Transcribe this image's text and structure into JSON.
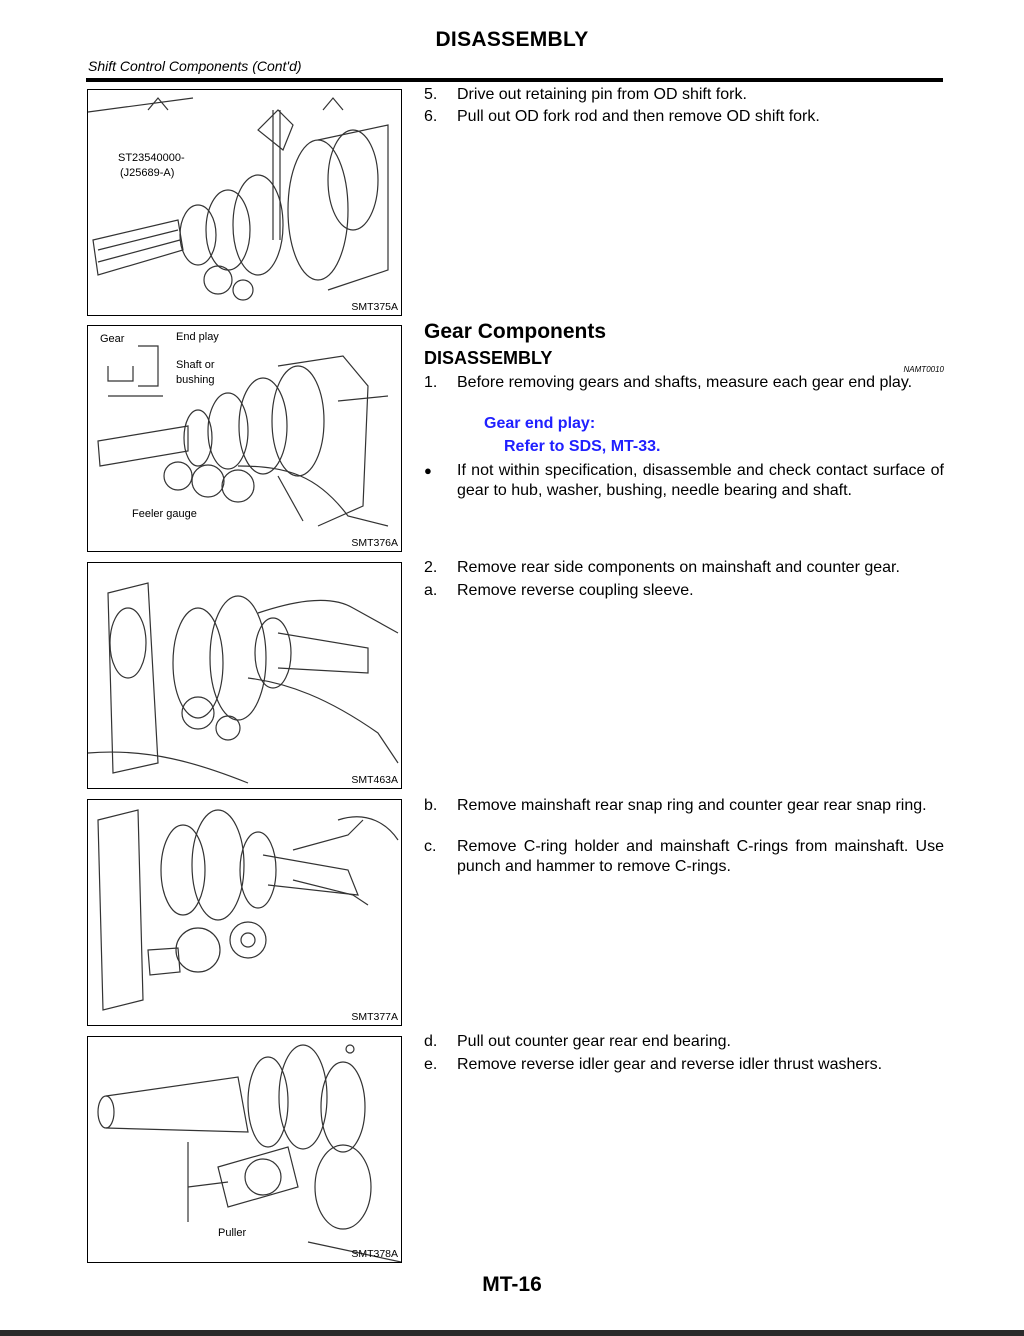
{
  "header": {
    "title": "DISASSEMBLY",
    "section": "Shift Control Components (Cont'd)"
  },
  "figures": [
    {
      "code": "SMT375A",
      "labels": [
        "ST23540000-",
        "(J25689-A)"
      ]
    },
    {
      "code": "SMT376A",
      "labels": [
        "Gear",
        "End play",
        "Shaft or",
        "bushing",
        "Feeler gauge"
      ]
    },
    {
      "code": "SMT463A",
      "labels": []
    },
    {
      "code": "SMT377A",
      "labels": []
    },
    {
      "code": "SMT378A",
      "labels": [
        "Puller"
      ]
    }
  ],
  "shift_steps": [
    {
      "num": "5.",
      "text": "Drive out retaining pin from OD shift fork."
    },
    {
      "num": "6.",
      "text": "Pull out OD fork rod and then remove OD shift fork."
    }
  ],
  "gear_components": {
    "heading": "Gear Components",
    "subheading": "DISASSEMBLY",
    "ref_code": "NAMT0010",
    "step1": {
      "num": "1.",
      "text": "Before removing gears and shafts, measure each gear end play."
    },
    "spec_label": "Gear end play:",
    "spec_value": "Refer to SDS, MT-33.",
    "bullet": {
      "num": "●",
      "text": "If not within specification, disassemble and check contact surface of gear to hub, washer, bushing, needle bearing and shaft."
    },
    "steps": [
      {
        "num": "2.",
        "text": "Remove rear side components on mainshaft and counter gear."
      },
      {
        "num": "a.",
        "text": "Remove reverse coupling sleeve."
      },
      {
        "num": "b.",
        "text": "Remove mainshaft rear snap ring and counter gear rear snap ring."
      },
      {
        "num": "c.",
        "text": "Remove C-ring holder and mainshaft C-rings from mainshaft. Use punch and hammer to remove C-rings."
      },
      {
        "num": "d.",
        "text": "Pull out counter gear rear end bearing."
      },
      {
        "num": "e.",
        "text": "Remove reverse idler gear and reverse idler thrust washers."
      }
    ]
  },
  "footer": {
    "page_number": "MT-16"
  }
}
